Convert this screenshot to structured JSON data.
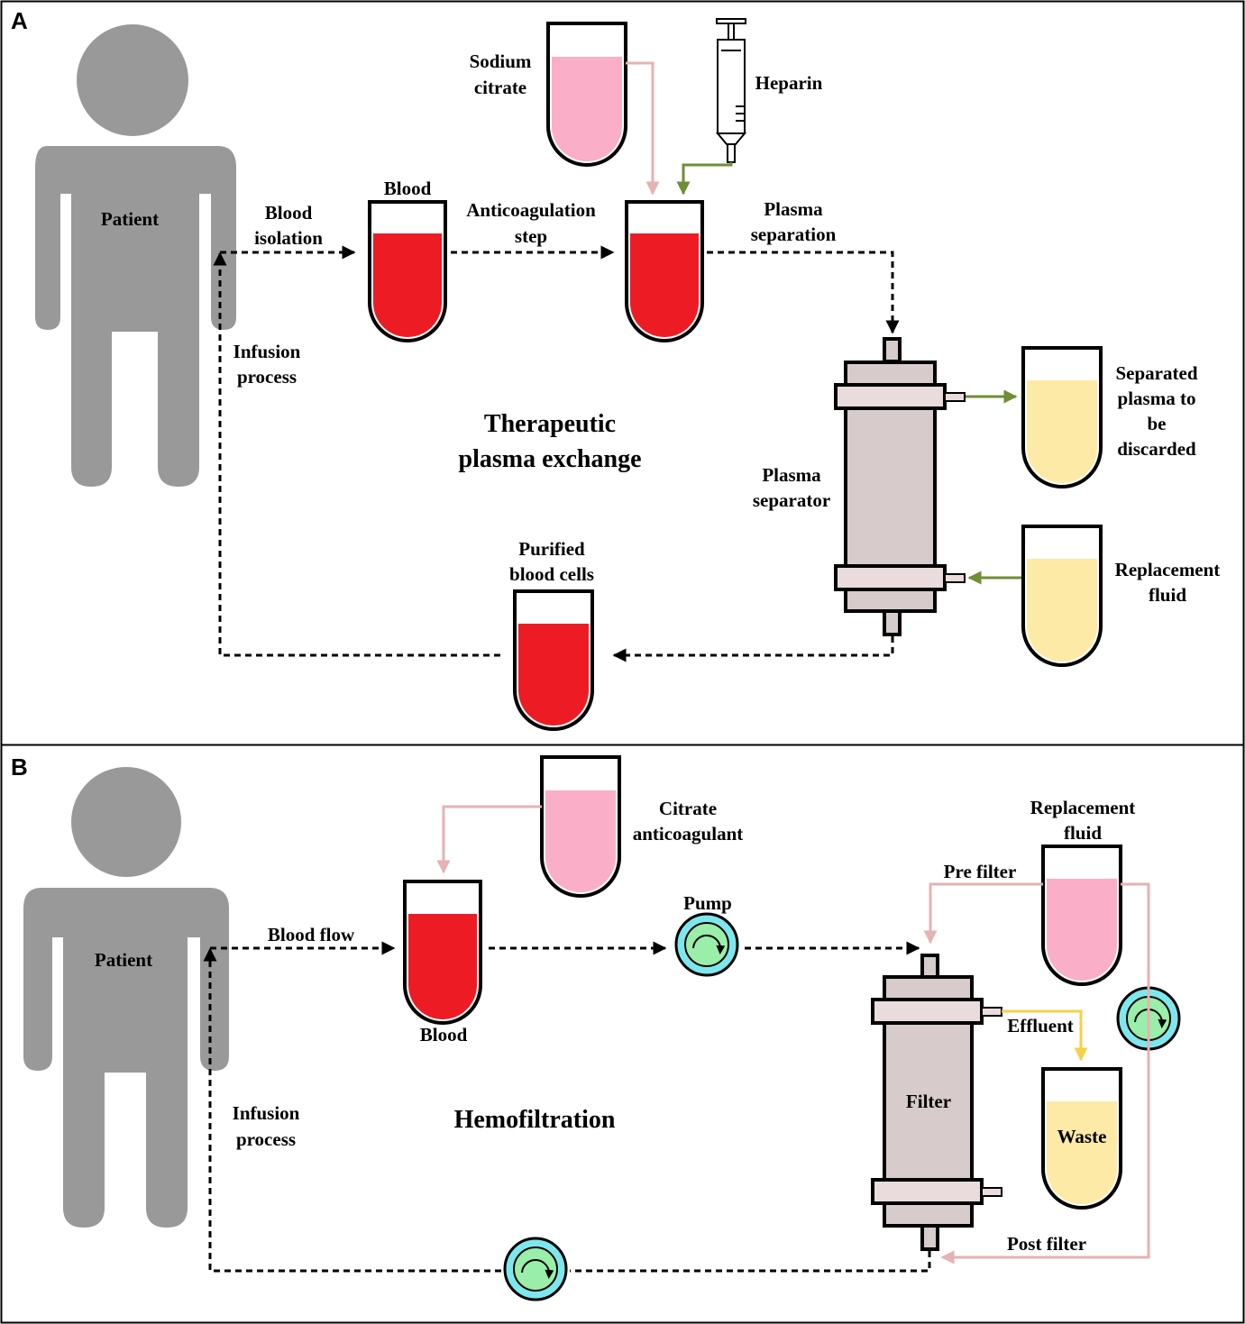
{
  "colors": {
    "person": "#999999",
    "blood": "#ed1c24",
    "citrate": "#fbaec8",
    "plasma": "#fdeaa6",
    "separator_body": "#d7cbcb",
    "separator_ring": "#eadcdc",
    "pump_outer": "#7ee7ee",
    "pump_inner": "#99eeaa",
    "line_pink": "#e6b2b2",
    "line_green": "#6e8f35",
    "line_yellow": "#f5d04a",
    "line_dash": "#000000"
  },
  "panel_a": {
    "letter": "A",
    "patient": "Patient",
    "blood_isolation": [
      "Blood",
      "isolation"
    ],
    "infusion_process": [
      "Infusion",
      "process"
    ],
    "blood_tube_label": "Blood",
    "sodium_citrate": [
      "Sodium",
      "citrate"
    ],
    "heparin": "Heparin",
    "anticoagulation_step": [
      "Anticoagulation",
      "step"
    ],
    "plasma_separation": [
      "Plasma",
      "separation"
    ],
    "plasma_separator": [
      "Plasma",
      "separator"
    ],
    "separated_plasma": [
      "Separated",
      "plasma to",
      "be",
      "discarded"
    ],
    "replacement_fluid": [
      "Replacement",
      "fluid"
    ],
    "purified_blood_cells": [
      "Purified",
      "blood cells"
    ],
    "title": [
      "Therapeutic",
      "plasma exchange"
    ]
  },
  "panel_b": {
    "letter": "B",
    "patient": "Patient",
    "blood_flow": "Blood flow",
    "infusion_process": [
      "Infusion",
      "process"
    ],
    "blood_tube_label": "Blood",
    "citrate_anticoagulant": [
      "Citrate",
      "anticoagulant"
    ],
    "pump": "Pump",
    "replacement_fluid": [
      "Replacement",
      "fluid"
    ],
    "pre_filter": "Pre filter",
    "post_filter": "Post filter",
    "effluent": "Effluent",
    "waste": "Waste",
    "filter": "Filter",
    "title": "Hemofiltration"
  }
}
